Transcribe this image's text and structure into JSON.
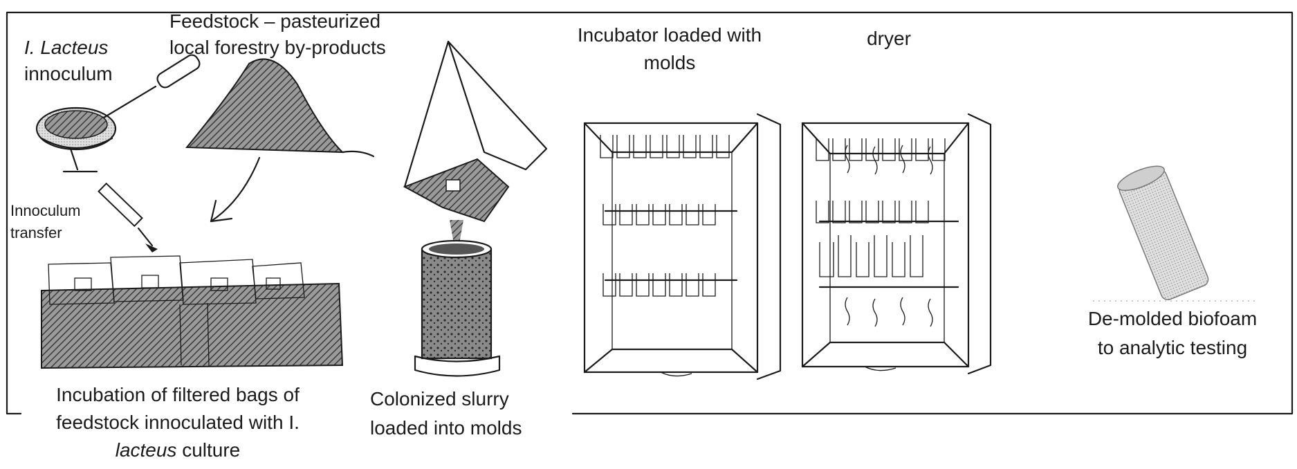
{
  "labels": {
    "inoculum_species": "I. Lacteus",
    "inoculum_word": "innoculum",
    "feedstock_line1": "Feedstock – pasteurized",
    "feedstock_line2": "local forestry by-products",
    "transfer_line1": "Innoculum",
    "transfer_line2": "transfer",
    "incubation_line1": "Incubation of filtered bags of",
    "incubation_line2": "feedstock innoculated with I.",
    "incubation_line3_italic": "lacteus",
    "incubation_line3_rest": " culture",
    "slurry_line1": "Colonized slurry",
    "slurry_line2": "loaded into molds",
    "incubator_line1": "Incubator loaded with",
    "incubator_line2": "molds",
    "dryer": "dryer",
    "demold_line1": "De-molded biofoam",
    "demold_line2": "to analytic testing"
  }
}
